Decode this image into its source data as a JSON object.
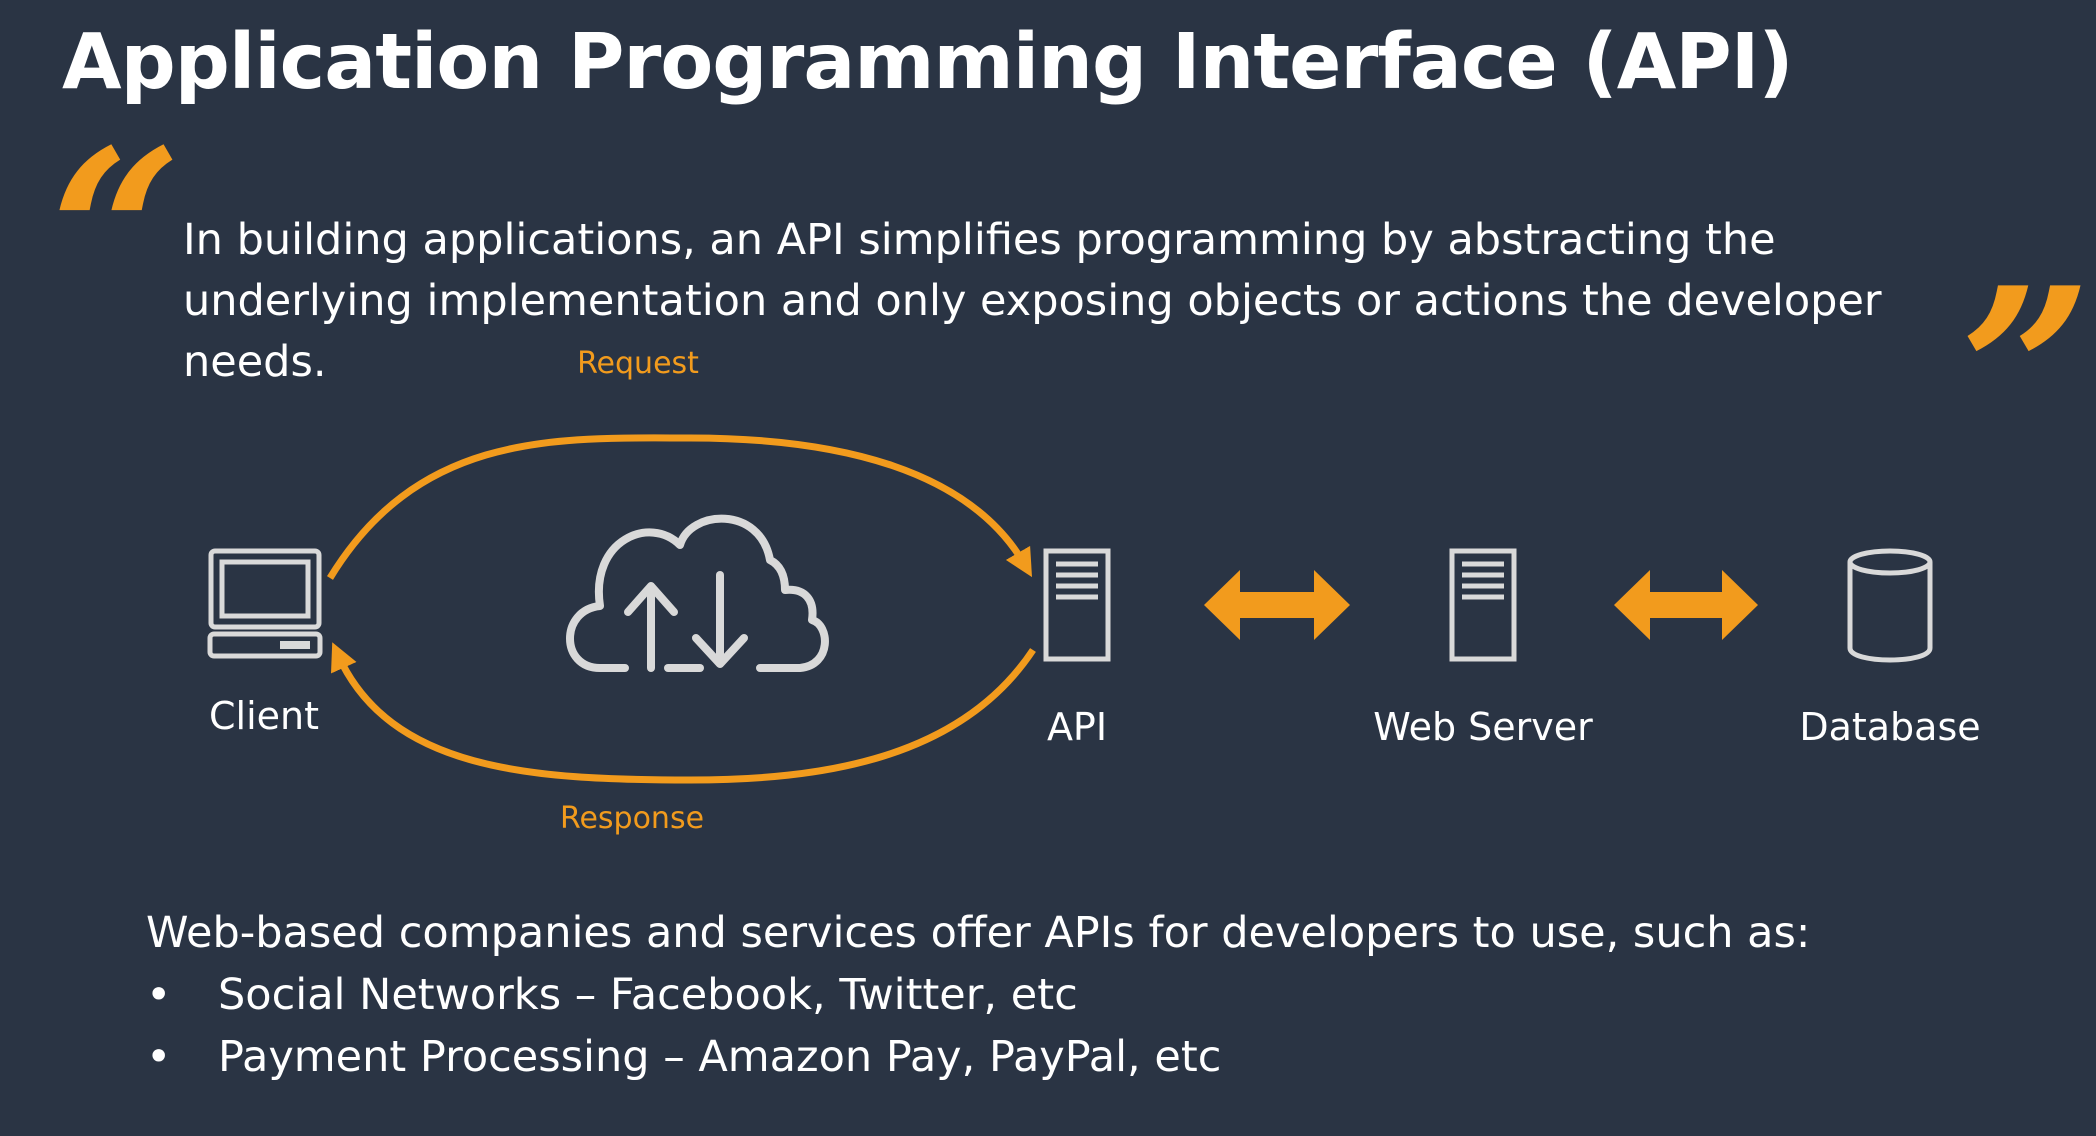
{
  "slide": {
    "title": "Application Programming Interface (API)",
    "quote": {
      "open_mark": "“",
      "close_mark": "”",
      "text": "In building applications, an API simplifies programming by abstracting the underlying implementation and only exposing objects or actions the developer needs."
    },
    "diagram": {
      "request_label": "Request",
      "response_label": "Response",
      "nodes": [
        {
          "label": "Client",
          "icon": "laptop-icon"
        },
        {
          "label": "",
          "icon": "cloud-upload-download-icon"
        },
        {
          "label": "API",
          "icon": "server-icon"
        },
        {
          "label": "Web Server",
          "icon": "server-icon"
        },
        {
          "label": "Database",
          "icon": "database-cylinder-icon"
        }
      ]
    },
    "bottom": {
      "intro": "Web-based companies and services offer APIs for developers to use, such as:",
      "bullet_char": "•",
      "items": [
        "Social Networks – Facebook, Twitter, etc",
        "Payment Processing – Amazon Pay, PayPal, etc"
      ]
    },
    "colors": {
      "background": "#2a3444",
      "accent": "#f29b1d",
      "icon_stroke": "#d9d9d9",
      "text": "#ffffff"
    }
  }
}
